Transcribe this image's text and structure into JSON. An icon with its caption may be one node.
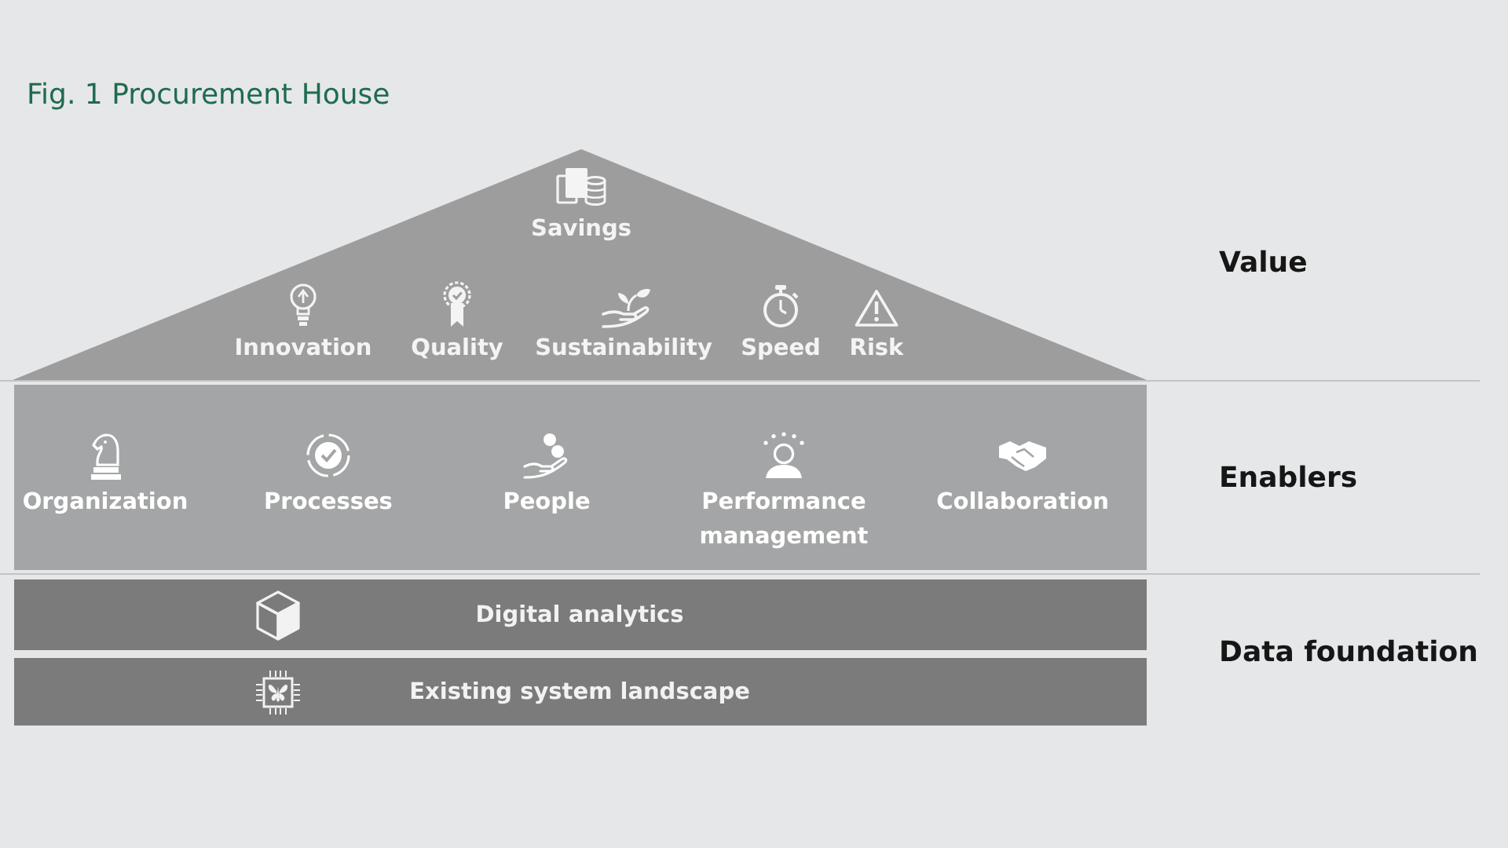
{
  "diagram": {
    "title": "Fig. 1 Procurement House",
    "nodes": [
      {
        "text": [
          "Savings",
          "Innovation",
          "Quality",
          "Sustainability",
          "Speed",
          "Risk"
        ]
      },
      {
        "text": [
          "Organization",
          "Processes",
          "People",
          "Performance management",
          "Collaboration"
        ]
      },
      {
        "text": [
          "Digital analytics"
        ]
      },
      {
        "text": [
          "Existing system landscape"
        ]
      }
    ],
    "labels": [
      "Value",
      "Enablers",
      "Data foundation"
    ]
  }
}
